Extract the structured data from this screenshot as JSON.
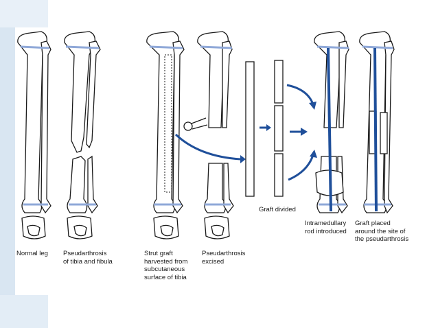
{
  "colors": {
    "accent": "#1f4f9a",
    "growth_plate": "#8fa8d8",
    "slide_sidebar": "#d9e6f2"
  },
  "captions": {
    "normal_leg": "Normal leg",
    "pseudarthrosis": "Pseudarthrosis\nof tibia and fibula",
    "strut_graft": "Strut graft\nharvested from\nsubcutaneous\nsurface of tibia",
    "pseudarthrosis_excised": "Pseudarthrosis\nexcised",
    "graft_divided": "Graft divided",
    "rod_introduced": "Intramedullary\nrod introduced",
    "graft_placed": "Graft placed\naround the site of\nthe pseudarthrosis"
  }
}
